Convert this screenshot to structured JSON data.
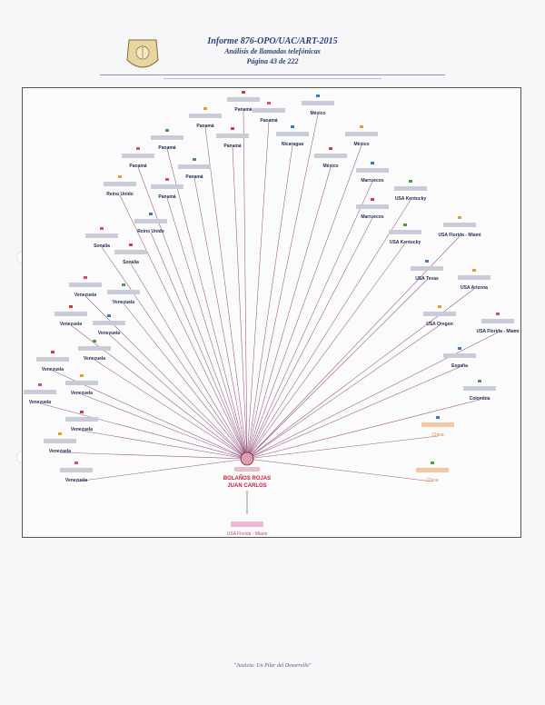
{
  "header": {
    "title": "Informe 876-OPO/UAC/ART-2015",
    "subtitle": "Análisis de llamadas  telefónicas",
    "page": "Página 43 de 222"
  },
  "footer": "\"Justicia: Un Pilar del Desarrollo\"",
  "diagram": {
    "center": {
      "line1": "BOLAÑOS ROJAS",
      "line2": "JUAN CARLOS"
    },
    "bottom": {
      "label": "USA Florida - Miami"
    },
    "nodes": [
      {
        "label": "Panamá"
      },
      {
        "label": "México"
      },
      {
        "label": "Panamá"
      },
      {
        "label": "Panamá"
      },
      {
        "label": "Panamá"
      },
      {
        "label": "Panamá"
      },
      {
        "label": "Nicaragua"
      },
      {
        "label": "México"
      },
      {
        "label": "Panamá"
      },
      {
        "label": "Panamá"
      },
      {
        "label": "México"
      },
      {
        "label": "Marruecos"
      },
      {
        "label": "Reino Unido"
      },
      {
        "label": "Panamá"
      },
      {
        "label": "USA Kentucky"
      },
      {
        "label": "Marruecos"
      },
      {
        "label": "Reino Unido"
      },
      {
        "label": "USA Florida - Miami"
      },
      {
        "label": "Sonalia"
      },
      {
        "label": "USA Kentucky"
      },
      {
        "label": "Sonalia"
      },
      {
        "label": "USA Texas"
      },
      {
        "label": "USA Arizona"
      },
      {
        "label": "Venezuela"
      },
      {
        "label": "Venezuela"
      },
      {
        "label": "Venezuela"
      },
      {
        "label": "Venezuela"
      },
      {
        "label": "USA Oregon"
      },
      {
        "label": "USA Florida - Miami"
      },
      {
        "label": "Venezuela"
      },
      {
        "label": "Venezuela"
      },
      {
        "label": "España"
      },
      {
        "label": "Venezuela"
      },
      {
        "label": "Venezuela"
      },
      {
        "label": "Colombia"
      },
      {
        "label": "Venezuela"
      },
      {
        "label": "China"
      },
      {
        "label": "Venezuela"
      },
      {
        "label": "Venezuela"
      },
      {
        "label": "China"
      }
    ]
  }
}
